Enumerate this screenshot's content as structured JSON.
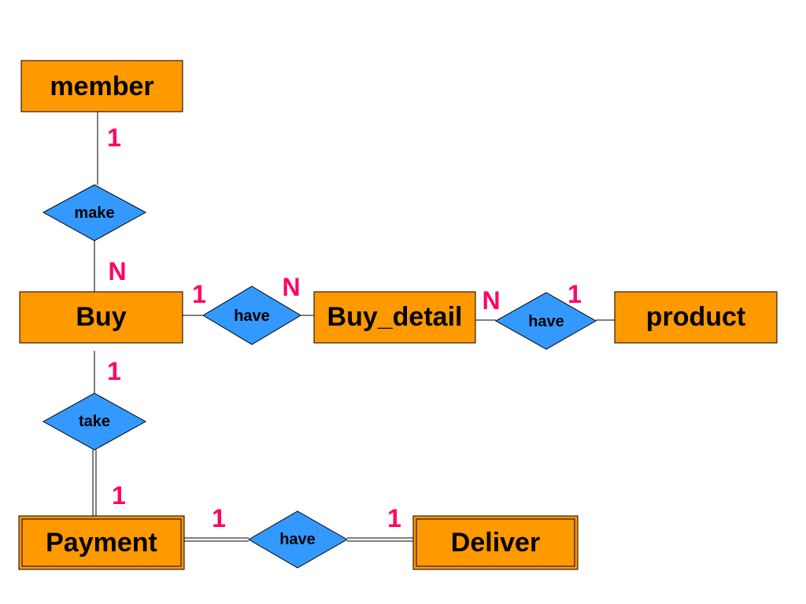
{
  "colors": {
    "entity_fill": "#ff9900",
    "relationship_fill": "#3399ff",
    "cardinality": "#ff0066",
    "line": "#000000"
  },
  "entities": {
    "member": "member",
    "buy": "Buy",
    "buy_detail": "Buy_detail",
    "product": "product",
    "payment": "Payment",
    "deliver": "Deliver"
  },
  "relationships": {
    "make": "make",
    "have_buy_detail": "have",
    "have_detail_product": "have",
    "take": "take",
    "have_payment_deliver": "have"
  },
  "cardinalities": {
    "member_make": "1",
    "make_buy": "N",
    "buy_have": "1",
    "have_buy_detail": "N",
    "buy_detail_have": "N",
    "have_product": "1",
    "buy_take": "1",
    "take_payment": "1",
    "payment_have": "1",
    "have_deliver": "1"
  }
}
